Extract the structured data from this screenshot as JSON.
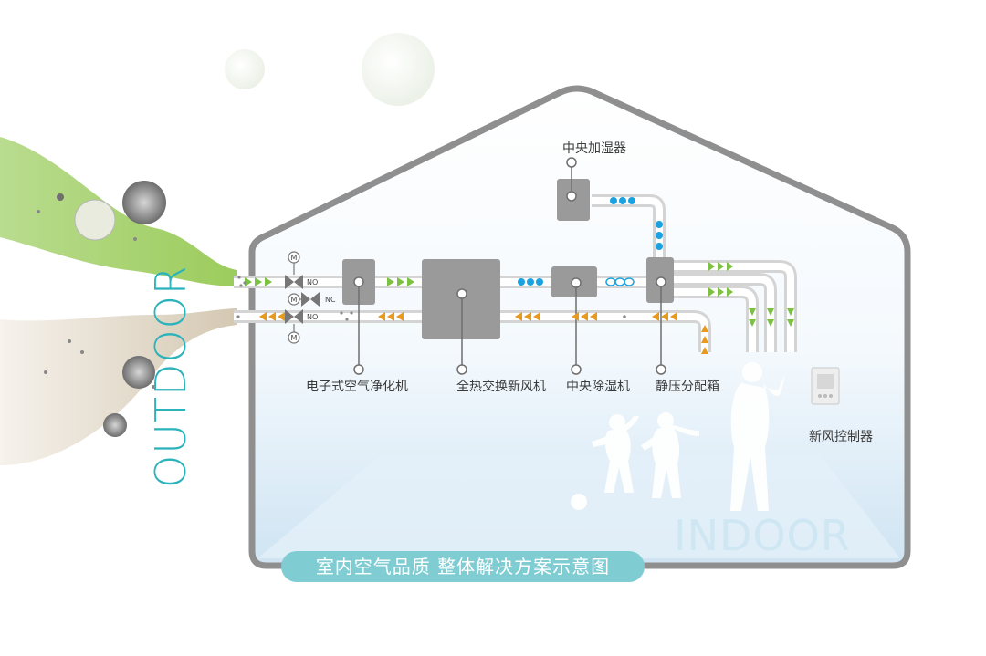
{
  "title": "室内空气品质 整体解决方案示意图",
  "outdoor_label": "OUTDOOR",
  "indoor_label": "INDOOR",
  "components": {
    "humidifier": "中央加湿器",
    "purifier": "电子式空气净化机",
    "erv": "全热交换新风机",
    "dehumidifier": "中央除湿机",
    "plenum": "静压分配箱",
    "controller": "新风控制器"
  },
  "valves": {
    "top_state": "NO",
    "middle_state": "NC",
    "bottom_state": "NO",
    "motor_symbol": "M"
  },
  "colors": {
    "house_outline": "#8f8f8f",
    "duct": "#d6d6d6",
    "unit": "#9a9a9a",
    "fresh_air_arrow": "#7cc141",
    "return_air_arrow": "#e79a1c",
    "moisture": "#1aa2e0",
    "accent": "#2ab3bb"
  }
}
